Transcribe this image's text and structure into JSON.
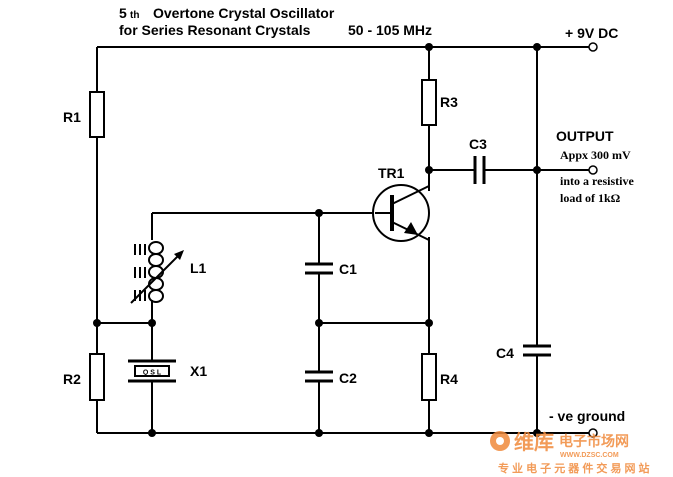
{
  "title": {
    "line1_prefix": "5",
    "line1_sup": "th",
    "line1_rest": "Overtone Crystal Oscillator",
    "line2": "for Series Resonant Crystals",
    "range": "50 - 105 MHz"
  },
  "supply_label": "+ 9V DC",
  "ground_label": "- ve  ground",
  "output": {
    "label": "OUTPUT",
    "level": "Appx 300  mV",
    "note_line1": "into a resistive",
    "note_line2": "load of 1kΩ"
  },
  "components": {
    "r1": "R1",
    "r2": "R2",
    "r3": "R3",
    "r4": "R4",
    "c1": "C1",
    "c2": "C2",
    "c3": "C3",
    "c4": "C4",
    "l1": "L1",
    "x1": "X1",
    "x1_body": "Q S L",
    "tr1": "TR1"
  },
  "watermark": {
    "brand": "维库",
    "site_cn": "电子市场网",
    "url": "WWW.DZSC.COM",
    "slogan": "专 业 电 子 元 器 件 交 易 网 站"
  },
  "colors": {
    "ink": "#000000",
    "watermark": "#f08a3c"
  }
}
